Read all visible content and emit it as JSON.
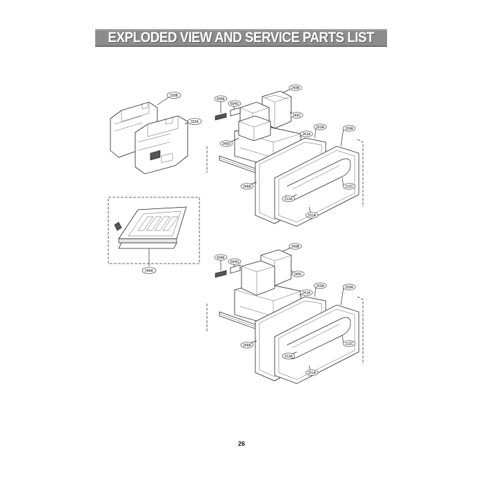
{
  "page": {
    "title": "EXPLODED VIEW AND SERVICE PARTS LIST",
    "page_number": "26"
  },
  "colors": {
    "banner_bg": "#8c8c8c",
    "banner_text": "#ffffff",
    "line": "#222222"
  },
  "callouts": {
    "c330B": "330B",
    "c332A": "332A",
    "c604E_top": "604E",
    "c604G_top": "604G",
    "c249B_top": "249B",
    "c249C_top": "249C",
    "c249D_top": "249D",
    "c241A_top": "241A",
    "c203A_top": "203A",
    "c200A_top": "200A",
    "c248A_top": "248A",
    "c212A_top": "212A",
    "c212C_top": "212C",
    "c201A_top": "201A",
    "c246A": "246A",
    "c604E_bot": "604E",
    "c604G_bot": "604G",
    "c249B_bot": "249B",
    "c249C_bot": "249C",
    "c241A_bot": "241A",
    "c203A_bot": "203A",
    "c200A_bot": "200A",
    "c248A_bot": "248A",
    "c212A_bot": "212A",
    "c212C_bot": "212C",
    "c201A_bot": "201A"
  }
}
